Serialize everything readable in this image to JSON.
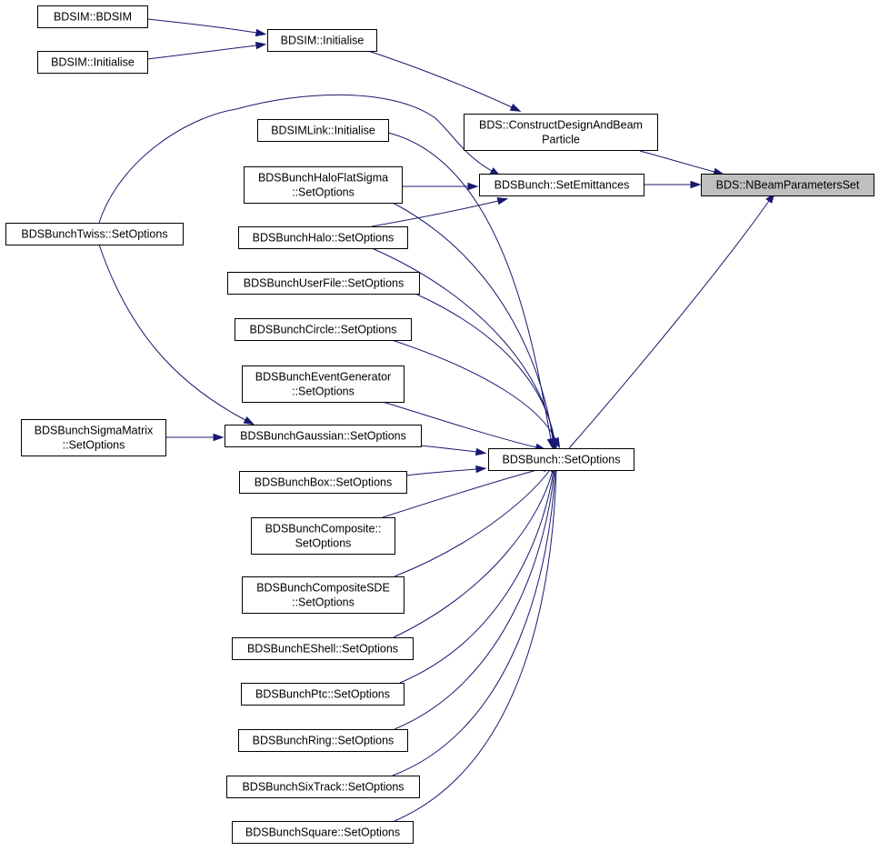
{
  "colors": {
    "edge": "#191970",
    "node_border": "#000000",
    "node_fill": "#ffffff",
    "highlight_fill": "#bfbfbf"
  },
  "nodes": [
    {
      "id": "target",
      "lines": [
        "BDS::NBeamParametersSet"
      ],
      "highlight": true
    },
    {
      "id": "construct",
      "lines": [
        "BDS::ConstructDesignAndBeam",
        "Particle"
      ]
    },
    {
      "id": "emittances",
      "lines": [
        "BDSBunch::SetEmittances"
      ]
    },
    {
      "id": "setoptions",
      "lines": [
        "BDSBunch::SetOptions"
      ]
    },
    {
      "id": "init",
      "lines": [
        "BDSIM::Initialise"
      ]
    },
    {
      "id": "bdsim1",
      "lines": [
        "BDSIM::BDSIM"
      ]
    },
    {
      "id": "bdsim2",
      "lines": [
        "BDSIM::Initialise"
      ]
    },
    {
      "id": "link",
      "lines": [
        "BDSIMLink::Initialise"
      ]
    },
    {
      "id": "haloflat",
      "lines": [
        "BDSBunchHaloFlatSigma",
        "::SetOptions"
      ]
    },
    {
      "id": "halo",
      "lines": [
        "BDSBunchHalo::SetOptions"
      ]
    },
    {
      "id": "userfile",
      "lines": [
        "BDSBunchUserFile::SetOptions"
      ]
    },
    {
      "id": "circle",
      "lines": [
        "BDSBunchCircle::SetOptions"
      ]
    },
    {
      "id": "eventgen",
      "lines": [
        "BDSBunchEventGenerator",
        "::SetOptions"
      ]
    },
    {
      "id": "gaussian",
      "lines": [
        "BDSBunchGaussian::SetOptions"
      ]
    },
    {
      "id": "box",
      "lines": [
        "BDSBunchBox::SetOptions"
      ]
    },
    {
      "id": "composite",
      "lines": [
        "BDSBunchComposite::",
        "SetOptions"
      ]
    },
    {
      "id": "compositesde",
      "lines": [
        "BDSBunchCompositeSDE",
        "::SetOptions"
      ]
    },
    {
      "id": "eshell",
      "lines": [
        "BDSBunchEShell::SetOptions"
      ]
    },
    {
      "id": "ptc",
      "lines": [
        "BDSBunchPtc::SetOptions"
      ]
    },
    {
      "id": "ring",
      "lines": [
        "BDSBunchRing::SetOptions"
      ]
    },
    {
      "id": "sixtrack",
      "lines": [
        "BDSBunchSixTrack::SetOptions"
      ]
    },
    {
      "id": "square",
      "lines": [
        "BDSBunchSquare::SetOptions"
      ]
    },
    {
      "id": "twiss",
      "lines": [
        "BDSBunchTwiss::SetOptions"
      ]
    },
    {
      "id": "sigmamatrix",
      "lines": [
        "BDSBunchSigmaMatrix",
        "::SetOptions"
      ]
    }
  ],
  "edges": [
    {
      "from": "construct",
      "to": "target"
    },
    {
      "from": "emittances",
      "to": "target"
    },
    {
      "from": "setoptions",
      "to": "target"
    },
    {
      "from": "init",
      "to": "construct"
    },
    {
      "from": "bdsim1",
      "to": "init"
    },
    {
      "from": "bdsim2",
      "to": "init"
    },
    {
      "from": "link",
      "to": "setoptions"
    },
    {
      "from": "haloflat",
      "to": "emittances"
    },
    {
      "from": "haloflat",
      "to": "setoptions"
    },
    {
      "from": "halo",
      "to": "emittances"
    },
    {
      "from": "halo",
      "to": "setoptions"
    },
    {
      "from": "twiss",
      "to": "emittances"
    },
    {
      "from": "twiss",
      "to": "gaussian"
    },
    {
      "from": "userfile",
      "to": "setoptions"
    },
    {
      "from": "circle",
      "to": "setoptions"
    },
    {
      "from": "eventgen",
      "to": "setoptions"
    },
    {
      "from": "gaussian",
      "to": "setoptions"
    },
    {
      "from": "sigmamatrix",
      "to": "gaussian"
    },
    {
      "from": "box",
      "to": "setoptions"
    },
    {
      "from": "composite",
      "to": "setoptions"
    },
    {
      "from": "compositesde",
      "to": "setoptions"
    },
    {
      "from": "eshell",
      "to": "setoptions"
    },
    {
      "from": "ptc",
      "to": "setoptions"
    },
    {
      "from": "ring",
      "to": "setoptions"
    },
    {
      "from": "sixtrack",
      "to": "setoptions"
    },
    {
      "from": "square",
      "to": "setoptions"
    }
  ]
}
